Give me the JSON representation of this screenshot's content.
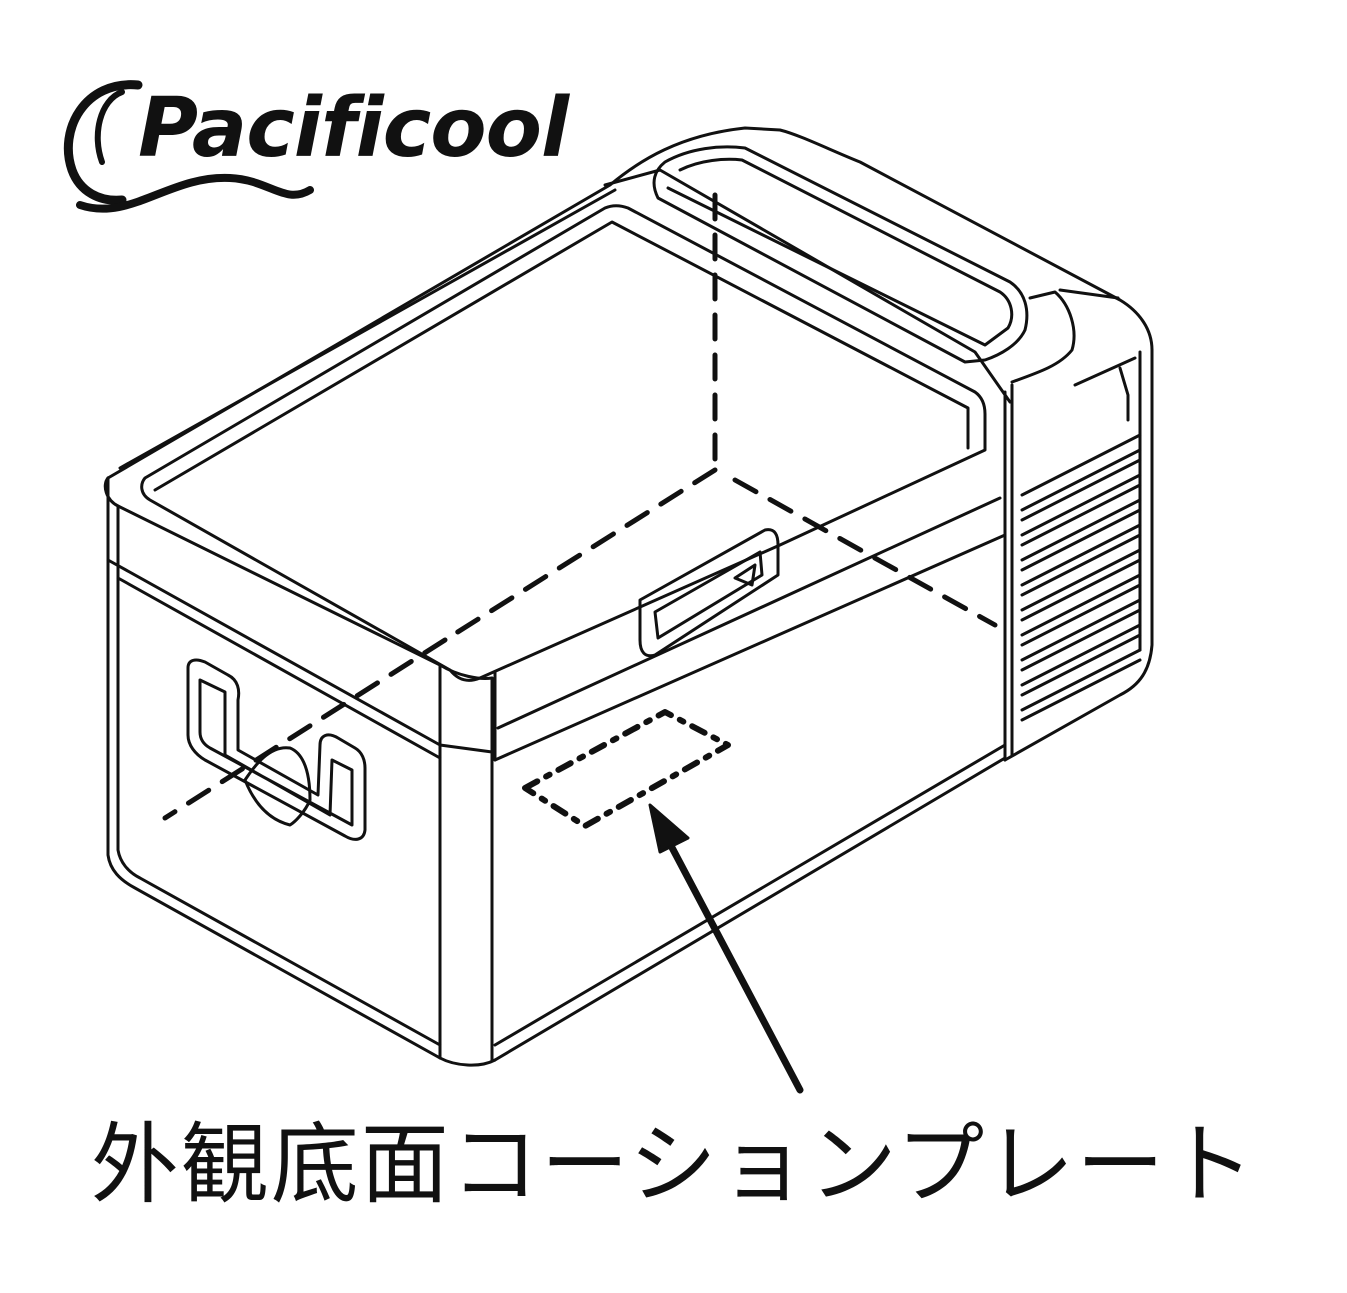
{
  "brand": {
    "name": "Pacificool",
    "logo_icon": "wave-swoosh-icon",
    "color": "#111111"
  },
  "diagram": {
    "subject": "portable-fridge-isometric-line-drawing",
    "callout_label": "外観底面コーションプレート",
    "line_color": "#111111",
    "background": "#ffffff"
  }
}
